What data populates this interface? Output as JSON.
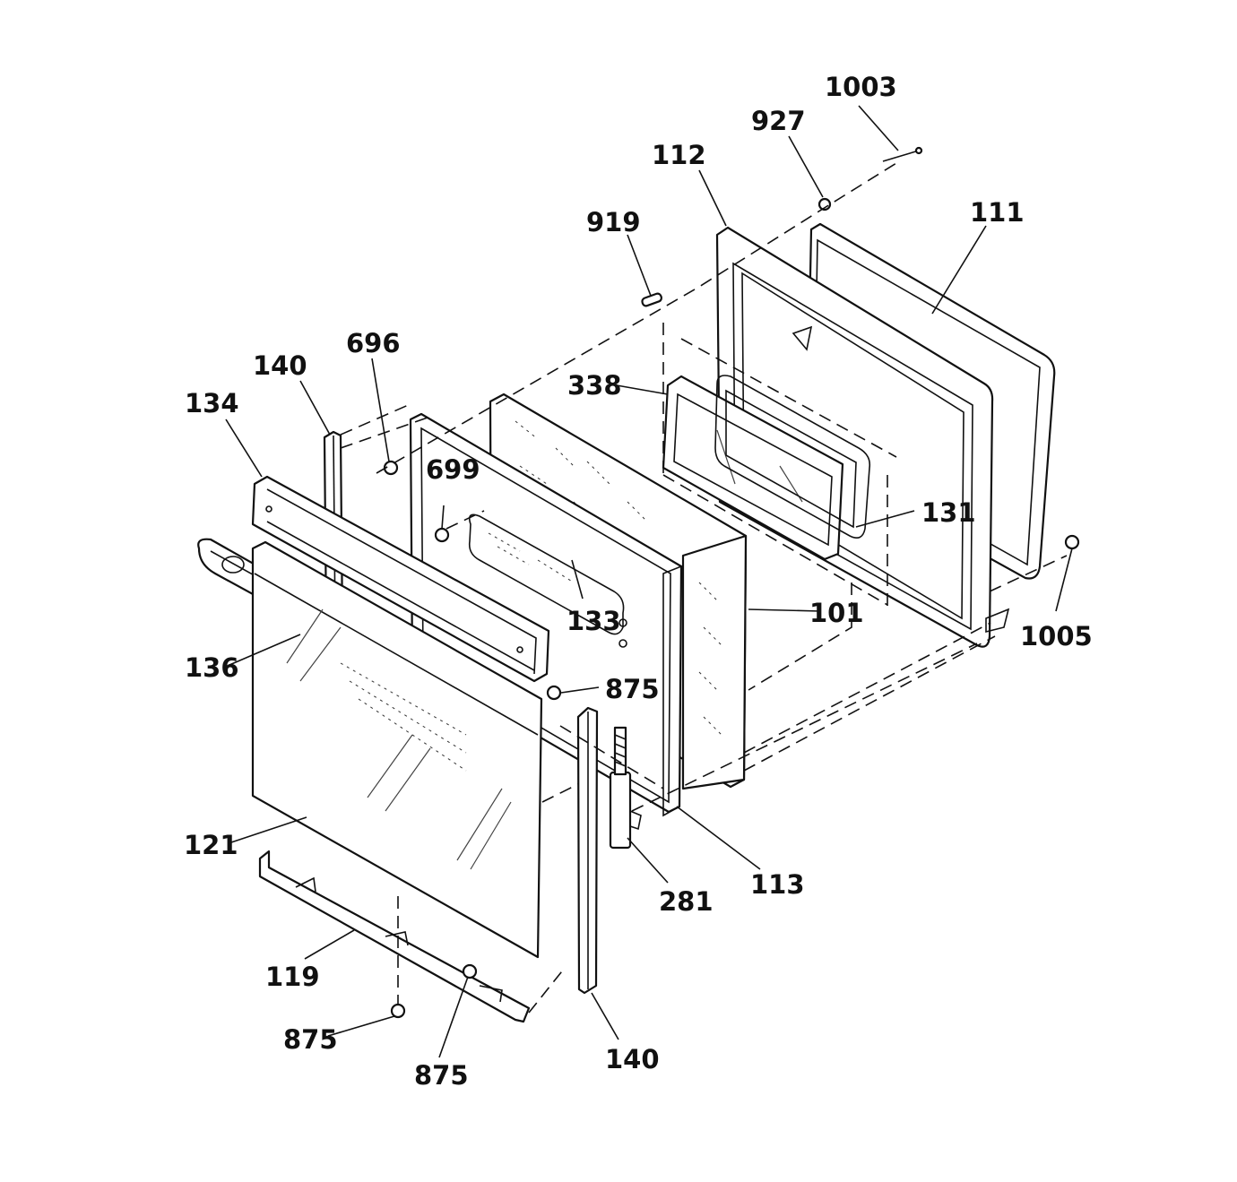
{
  "diagram": {
    "labels": {
      "p1003": "1003",
      "p927": "927",
      "p112": "112",
      "p111": "111",
      "p919": "919",
      "p696": "696",
      "p140_top": "140",
      "p134": "134",
      "p338": "338",
      "p699": "699",
      "p131": "131",
      "p133": "133",
      "p101": "101",
      "p1005": "1005",
      "p136": "136",
      "p875_mid": "875",
      "p121": "121",
      "p113": "113",
      "p281": "281",
      "p119": "119",
      "p875_left": "875",
      "p875_bottom": "875",
      "p140_bottom": "140"
    }
  }
}
